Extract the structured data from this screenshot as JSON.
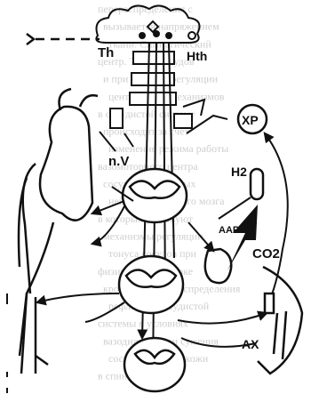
{
  "labels": {
    "th": "Th",
    "hth": "Hth",
    "nv": "n.V",
    "xp": "XP",
    "h2": "H2",
    "aap": "AAP",
    "co2": "CO2",
    "ax": "AX"
  },
  "background_text_lines": [
    "перераспределения с",
    "вызывается напряжением",
    "ткани. Симпатический",
    "центр. Тонус сосудов",
    "и при нервной регуляции",
    "центральных механизмов",
    "в сосудистой системе",
    "происходит за счёт",
    "изменение режима работы",
    "вазомоторного центра",
    "сосудодвигательных",
    "нейронов спинного мозга",
    "в которых участвуют",
    "механизмы регуляции",
    "тонуса сосудов при",
    "физической нагрузке",
    "крови и её перераспределения",
    "рефлексов сосудистой",
    "системы в условиях",
    "вазодилатации и сужения",
    "сосудов мышц и кожи",
    "в спинном мозге"
  ]
}
